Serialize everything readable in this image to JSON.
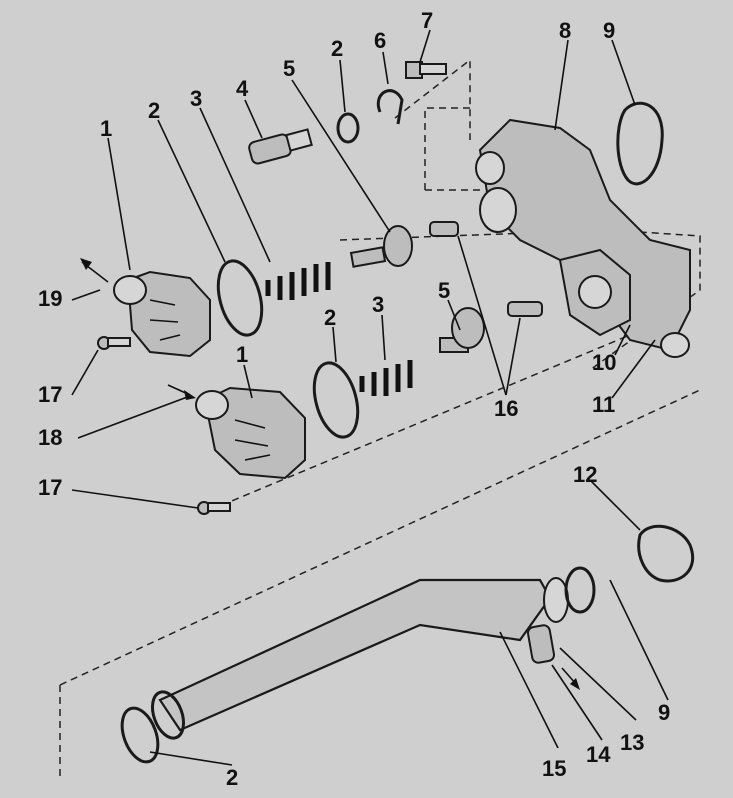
{
  "callouts": {
    "c1a": "1",
    "c1b": "1",
    "c2a": "2",
    "c2b": "2",
    "c2c": "2",
    "c2d": "2",
    "c3a": "3",
    "c3b": "3",
    "c4": "4",
    "c5a": "5",
    "c5b": "5",
    "c6": "6",
    "c7": "7",
    "c8": "8",
    "c9a": "9",
    "c9b": "9",
    "c10": "10",
    "c11": "11",
    "c12": "12",
    "c13": "13",
    "c14": "14",
    "c15": "15",
    "c16": "16",
    "c17a": "17",
    "c17b": "17",
    "c18": "18",
    "c19": "19"
  },
  "colors": {
    "ink": "#111111",
    "paper": "#cfcfcf",
    "part_fill": "#bdbdbd"
  }
}
